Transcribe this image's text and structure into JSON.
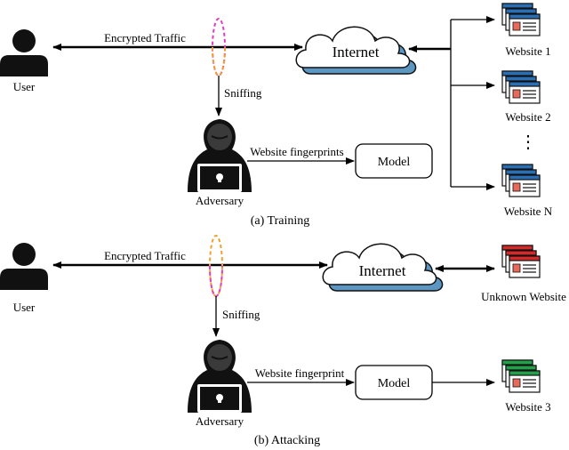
{
  "training": {
    "caption": "(a) Training",
    "user_label": "User",
    "traffic_label": "Encrypted Traffic",
    "internet_label": "Internet",
    "sniffing_label": "Sniffing",
    "adversary_label": "Adversary",
    "fingerprints_label": "Website fingerprints",
    "model_label": "Model",
    "websites": [
      "Website 1",
      "Website 2",
      "Website N"
    ],
    "ellipsis": "⋮"
  },
  "attacking": {
    "caption": "(b) Attacking",
    "user_label": "User",
    "traffic_label": "Encrypted Traffic",
    "internet_label": "Internet",
    "sniffing_label": "Sniffing",
    "adversary_label": "Adversary",
    "fingerprint_label": "Website fingerprint",
    "model_label": "Model",
    "unknown_label": "Unknown Website",
    "result_label": "Website 3"
  },
  "colors": {
    "cloud_fill": "#ffffff",
    "cloud_shadow": "#5b97c2",
    "website_known": "#2a6fb4",
    "website_unknown": "#d42a2a",
    "website_result": "#22a04a",
    "website_accent": "#e86a5a",
    "sniff_magenta": "#e040c0",
    "sniff_orange": "#f0a030"
  }
}
